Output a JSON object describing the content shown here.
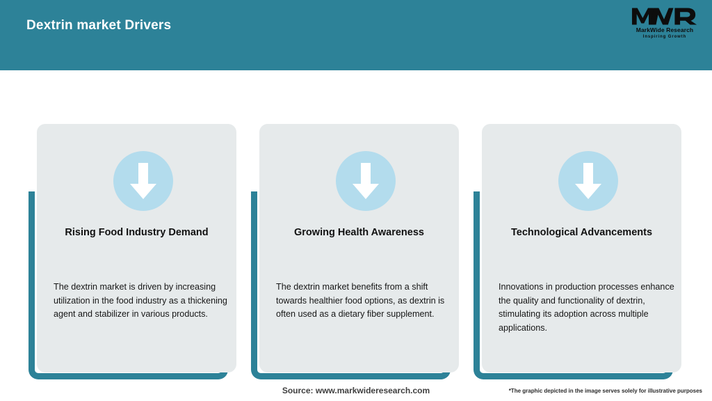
{
  "header": {
    "title": "Dextrin market Drivers",
    "background_color": "#2d8298",
    "title_color": "#ffffff"
  },
  "logo": {
    "mark": "MWR",
    "name": "MarkWide Research",
    "tagline": "Inspiring Growth"
  },
  "theme": {
    "teal": "#2d8298",
    "light_blue": "#b3dced",
    "card_bg": "#e6eaeb",
    "page_bg": "#ffffff"
  },
  "cards": [
    {
      "icon": "arrow-down-icon",
      "title": "Rising Food Industry Demand",
      "body": "The dextrin market is driven by increasing utilization in the food industry as a thickening agent and stabilizer in various products."
    },
    {
      "icon": "arrow-down-icon",
      "title": "Growing Health Awareness",
      "body": "The dextrin market benefits from a shift towards healthier food options, as dextrin is often used as a dietary fiber supplement."
    },
    {
      "icon": "arrow-down-icon",
      "title": "Technological Advancements",
      "body": "Innovations in production processes enhance the quality and functionality of dextrin, stimulating its adoption across multiple applications."
    }
  ],
  "footer": {
    "source": "Source: www.markwideresearch.com",
    "disclaimer": "*The graphic depicted in the image serves solely for illustrative purposes"
  }
}
